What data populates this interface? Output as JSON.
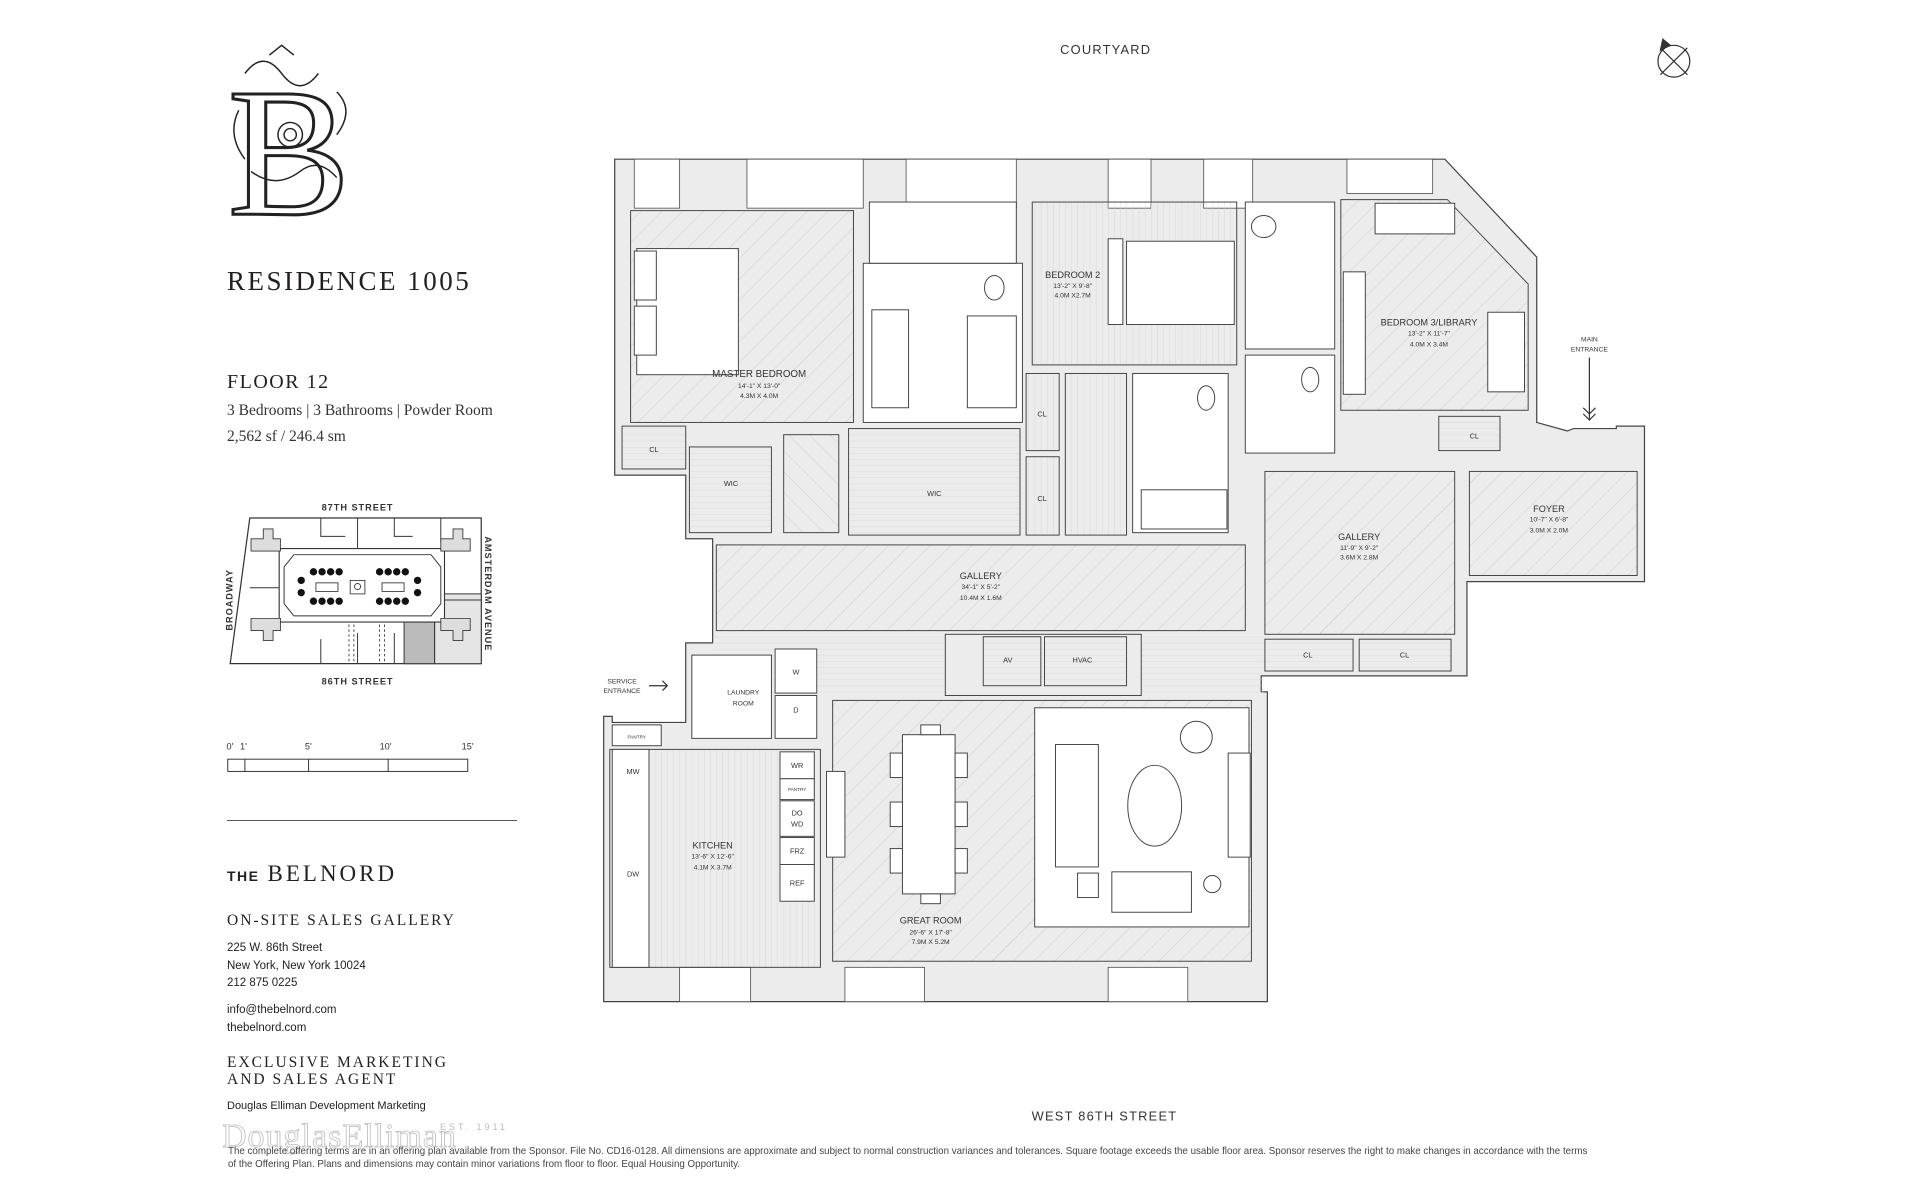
{
  "header": {
    "courtyard": "COURTYARD",
    "street_south": "WEST 86TH STREET",
    "logo_letter": "B"
  },
  "residence": {
    "title": "RESIDENCE 1005",
    "floor": "FLOOR 12",
    "specs": "3 Bedrooms  |  3 Bathrooms |  Powder Room",
    "area": "2,562 sf / 246.4 sm"
  },
  "keymap": {
    "north": "87TH STREET",
    "south": "86TH STREET",
    "west": "BROADWAY",
    "east": "AMSTERDAM AVENUE"
  },
  "scale": {
    "labels": [
      "0'",
      "1'",
      "5'",
      "10'",
      "15'"
    ]
  },
  "brand": {
    "the": "THE",
    "name": "BELNORD"
  },
  "sales": {
    "heading": "ON-SITE SALES GALLERY",
    "address1": "225 W. 86th Street",
    "address2": "New York, New York 10024",
    "phone": "212 875 0225",
    "email": "info@thebelnord.com",
    "web": "thebelnord.com",
    "agent_heading1": "EXCLUSIVE MARKETING",
    "agent_heading2": "AND SALES AGENT",
    "agent": "Douglas Elliman Development Marketing",
    "watermark": "DouglasElliman",
    "watermark_est": "EST. 1911"
  },
  "disclaimer": "The complete offering terms are in an offering plan available from the Sponsor. File No. CD16-0128. All dimensions are approximate and subject to normal construction variances and tolerances. Square footage exceeds the usable floor area. Sponsor reserves the right to make changes in accordance with the terms of the Offering Plan. Plans and dimensions may contain minor variations from floor to floor. Equal Housing Opportunity.",
  "rooms": {
    "master": {
      "name": "MASTER BEDROOM",
      "ft": "14'-1\" X 13'-0\"",
      "m": "4.3M X 4.0M"
    },
    "bed2": {
      "name": "BEDROOM 2",
      "ft": "13'-2\" X 9'-8\"",
      "m": "4.0M X2.7M"
    },
    "bed3": {
      "name": "BEDROOM 3/LIBRARY",
      "ft": "13'-2\" X 11'-7\"",
      "m": "4.0M X 3.4M"
    },
    "gallery_east": {
      "name": "GALLERY",
      "ft": "11'-9\" X 9'-2\"",
      "m": "3.6M X 2.8M"
    },
    "foyer": {
      "name": "FOYER",
      "ft": "10'-7\" X 6'-8\"",
      "m": "3.0M X 2.0M"
    },
    "gallery": {
      "name": "GALLERY",
      "ft": "34'-1\" X 5'-2\"",
      "m": "10.4M X 1.6M"
    },
    "kitchen": {
      "name": "KITCHEN",
      "ft": "13'-6\" X 12'-6\"",
      "m": "4.1M X 3.7M"
    },
    "great": {
      "name": "GREAT ROOM",
      "ft": "26'-6\" X 17'-8\"",
      "m": "7.9M X 5.2M"
    },
    "laundry1": "LAUNDRY",
    "laundry2": "ROOM",
    "cl": "CL",
    "wic": "WIC",
    "av": "AV",
    "hvac": "HVAC",
    "pantry": "PANTRY",
    "w": "W",
    "d": "D",
    "mw": "MW",
    "dw": "DW",
    "wr": "WR",
    "do": "DO",
    "wd": "WD",
    "frz": "FRZ",
    "ref": "REF"
  },
  "entrances": {
    "main1": "MAIN",
    "main2": "ENTRANCE",
    "service1": "SERVICE",
    "service2": "ENTRANCE"
  }
}
